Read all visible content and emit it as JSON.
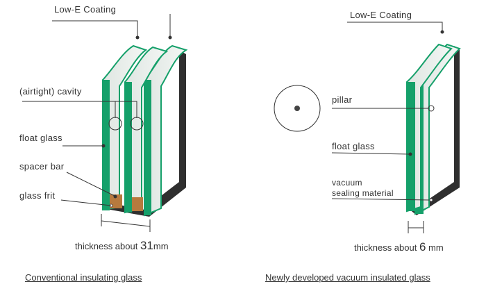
{
  "left": {
    "low_e_label": "Low-E Coating",
    "cavity_label": "(airtight) cavity",
    "float_glass_label": "float glass",
    "spacer_bar_label": "spacer bar",
    "glass_frit_label": "glass frit",
    "thickness_prefix": "thickness about ",
    "thickness_value": "31",
    "thickness_unit": "mm",
    "caption": "Conventional insulating glass"
  },
  "right": {
    "low_e_label": "Low-E Coating",
    "pillar_label": "pillar",
    "float_glass_label": "float glass",
    "vacuum_label_line1": "vacuum",
    "vacuum_label_line2": "sealing material",
    "thickness_prefix": "thickness about ",
    "thickness_value": "6",
    "thickness_unit": " mm",
    "caption": "Newly developed vacuum insulated glass"
  },
  "colors": {
    "glass_edge": "#15a06a",
    "glass_dark": "#0c6b45",
    "glass_face": "#e7ece9",
    "spacer": "#b77a3e",
    "frame": "#2f2f2f"
  }
}
